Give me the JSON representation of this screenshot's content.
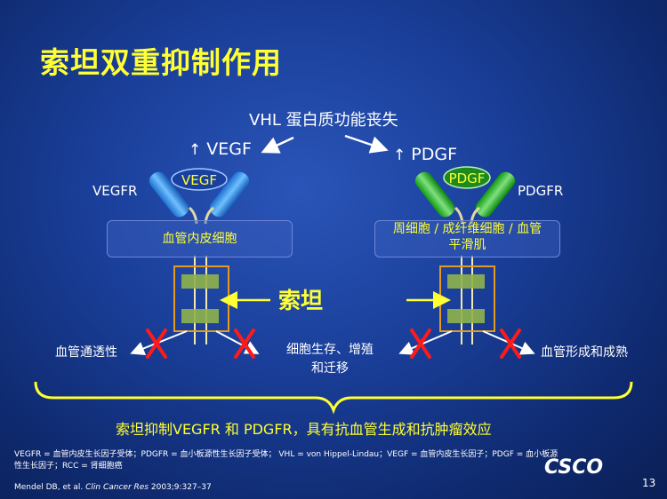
{
  "slide": {
    "title": "索坦双重抑制作用",
    "vhl_label": "VHL 蛋白质功能丧失",
    "vegf_label": "VEGF",
    "pdgf_label": "PDGF",
    "vegfr_label": "VEGFR",
    "pdgfr_label": "PDGFR",
    "vegf_ligand": "VEGF",
    "pdgf_ligand": "PDGF",
    "cell_left": "血管内皮细胞",
    "cell_right_line1": "周细胞 / 成纤维细胞 / 血管",
    "cell_right_line2": "平滑肌",
    "drug_label": "索坦",
    "effect_permeability": "血管通透性",
    "effect_survival_line1": "细胞生存、增殖",
    "effect_survival_line2": "和迁移",
    "effect_maturation": "血管形成和成熟",
    "summary": "索坦抑制VEGFR 和 PDGFR，具有抗血管生成和抗肿瘤效应",
    "footnote_line1": "VEGFR = 血管内皮生长因子受体；PDGFR = 血小板源性生长因子受体； VHL = von Hippel-Lindau；VEGF = 血管内皮生长因子；PDGF = 血小板源",
    "footnote_line2": "性生长因子；RCC = 肾细胞癌",
    "reference_prefix": "Mendel DB, et al. ",
    "reference_journal": "Clin Cancer Res",
    "reference_suffix": " 2003;9:327–37",
    "logo_text": "CSCO",
    "page_number": "13"
  },
  "colors": {
    "title": "#ffff33",
    "vegf_receptor": "#2f8fe0",
    "pdgf_receptor": "#1fb81f",
    "inhibit_x": "#ff1a1a",
    "drug_box": "#e39a1f",
    "drug_pad": "#8fb24a"
  }
}
